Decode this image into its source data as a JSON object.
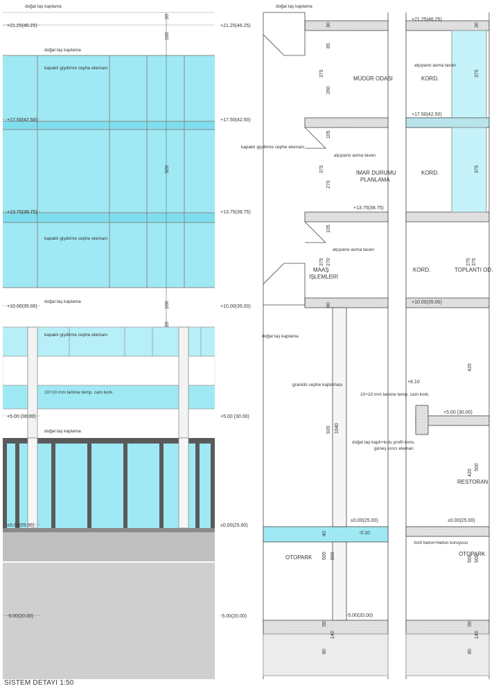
{
  "title": "SİSTEM DETAYI 1:50",
  "colors": {
    "glass": "#9fe9f4",
    "glass_dark": "#6fd6e8",
    "concrete": "#d9d9d9",
    "ground": "#c9c9c9",
    "line": "#555555",
    "dark_frame": "#5a5a5a"
  },
  "elevation": {
    "levels": [
      {
        "label": "+21.25(46.25)"
      },
      {
        "label": "+17.50(42.50)"
      },
      {
        "label": "+13.75(38.75)"
      },
      {
        "label": "+10.00(35.00)"
      },
      {
        "label": "+5.00 (30.00)"
      },
      {
        "label": "±0.00(25.00)"
      },
      {
        "label": "-5.00(20.00)"
      }
    ],
    "notes": [
      {
        "text": "doğal taş kaplama"
      },
      {
        "text": "doğal taş kaplama"
      },
      {
        "text": "kapaklı giydirme cephe elemanı"
      },
      {
        "text": "kapaklı giydirme cephe elemanı"
      },
      {
        "text": "doğal taş kaplama"
      },
      {
        "text": "kapaklı giydirme cephe elemanı"
      },
      {
        "text": "10+10 mm lamine temp. cam kork."
      },
      {
        "text": "doğal taş kaplama"
      }
    ],
    "dims": [
      {
        "text": "160"
      },
      {
        "text": "20"
      },
      {
        "text": "920"
      },
      {
        "text": "160"
      },
      {
        "text": "20"
      }
    ]
  },
  "section": {
    "levels": [
      {
        "label": "+21.25(46.25)"
      },
      {
        "label": "+17.50(42.50)"
      },
      {
        "label": "+13.75(38.75)"
      },
      {
        "label": "+10.00(35.00)"
      },
      {
        "label": "+5.00 (30.00)"
      },
      {
        "label": "±0.00(25.00)"
      },
      {
        "label": "-5.00(20.00)"
      },
      {
        "label": "+6.10"
      },
      {
        "label": "-0.10"
      }
    ],
    "rooms": [
      {
        "text": "MÜDÜR ODASI"
      },
      {
        "text": "İMAR DURUMU"
      },
      {
        "text": "PLANLAMA"
      },
      {
        "text": "MAAŞ"
      },
      {
        "text": "İŞLEMLERİ"
      },
      {
        "text": "OTOPARK"
      },
      {
        "text": "KORD."
      },
      {
        "text": "KORD."
      },
      {
        "text": "KORD."
      },
      {
        "text": "TOPLANTI OD."
      },
      {
        "text": "RESTORAN"
      },
      {
        "text": "OTOPARK"
      }
    ],
    "notes": [
      {
        "text": "doğal taş kaplama"
      },
      {
        "text": "alçıpano asma tavan"
      },
      {
        "text": "kapaklı giydirme cephe elemanı"
      },
      {
        "text": "alçıpano asma tavan"
      },
      {
        "text": "alçıpano asma tavan"
      },
      {
        "text": "doğal taş kaplama"
      },
      {
        "text": "granülü cephe kaplaması"
      },
      {
        "text": "10+10 mm lamine temp. cam kork."
      },
      {
        "text": "doğal taş kaplı+kutu profil kons."
      },
      {
        "text": "güneş kırıcı eleman"
      },
      {
        "text": "brüt beton+beton koruyucu"
      }
    ],
    "dims": [
      {
        "text": "30"
      },
      {
        "text": "85"
      },
      {
        "text": "375"
      },
      {
        "text": "260"
      },
      {
        "text": "105"
      },
      {
        "text": "375"
      },
      {
        "text": "270"
      },
      {
        "text": "105"
      },
      {
        "text": "375"
      },
      {
        "text": "270"
      },
      {
        "text": "80"
      },
      {
        "text": "920"
      },
      {
        "text": "1040"
      },
      {
        "text": "40"
      },
      {
        "text": "500"
      },
      {
        "text": "500"
      },
      {
        "text": "60"
      },
      {
        "text": "140"
      },
      {
        "text": "80"
      },
      {
        "text": "30"
      },
      {
        "text": "375"
      },
      {
        "text": "375"
      },
      {
        "text": "375"
      },
      {
        "text": "270"
      },
      {
        "text": "420"
      },
      {
        "text": "500"
      },
      {
        "text": "420"
      },
      {
        "text": "500"
      },
      {
        "text": "500"
      },
      {
        "text": "60"
      },
      {
        "text": "140"
      },
      {
        "text": "80"
      }
    ]
  }
}
